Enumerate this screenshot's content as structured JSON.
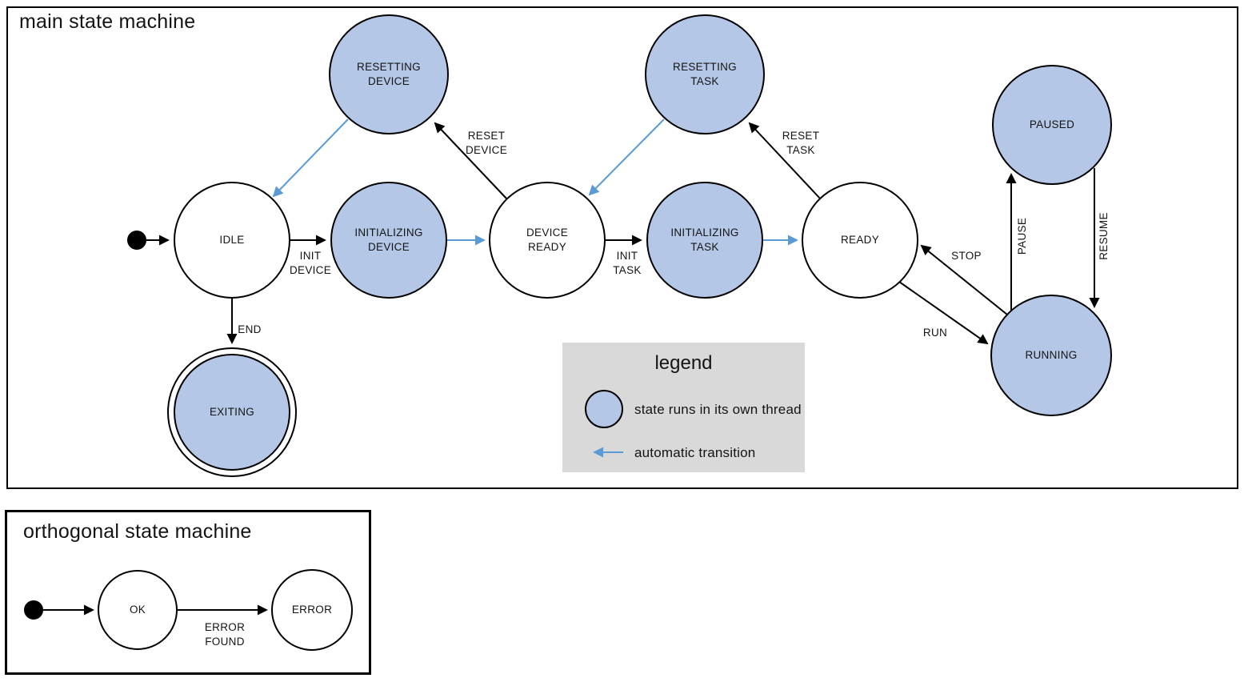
{
  "colors": {
    "state_fill": "#b4c7e7",
    "auto_transition_arrow": "#5b9bd5",
    "normal_transition_arrow": "#000000",
    "legend_background": "#d9d9d9",
    "stroke": "#000000"
  },
  "main": {
    "title": "main state machine",
    "states": {
      "idle": "IDLE",
      "resetting_device": "RESETTING\nDEVICE",
      "initializing_device": "INITIALIZING\nDEVICE",
      "device_ready": "DEVICE\nREADY",
      "resetting_task": "RESETTING\nTASK",
      "initializing_task": "INITIALIZING\nTASK",
      "ready": "READY",
      "paused": "PAUSED",
      "running": "RUNNING",
      "exiting": "EXITING"
    },
    "transitions": {
      "init_device": "INIT\nDEVICE",
      "reset_device": "RESET\nDEVICE",
      "init_task": "INIT\nTASK",
      "reset_task": "RESET\nTASK",
      "stop": "STOP",
      "run": "RUN",
      "pause": "PAUSE",
      "resume": "RESUME",
      "end": "END"
    }
  },
  "legend": {
    "title": "legend",
    "threaded_label": "state runs in its own thread",
    "auto_label": "automatic transition"
  },
  "orthogonal": {
    "title": "orthogonal state machine",
    "states": {
      "ok": "OK",
      "error": "ERROR"
    },
    "transitions": {
      "error_found": "ERROR\nFOUND"
    }
  }
}
